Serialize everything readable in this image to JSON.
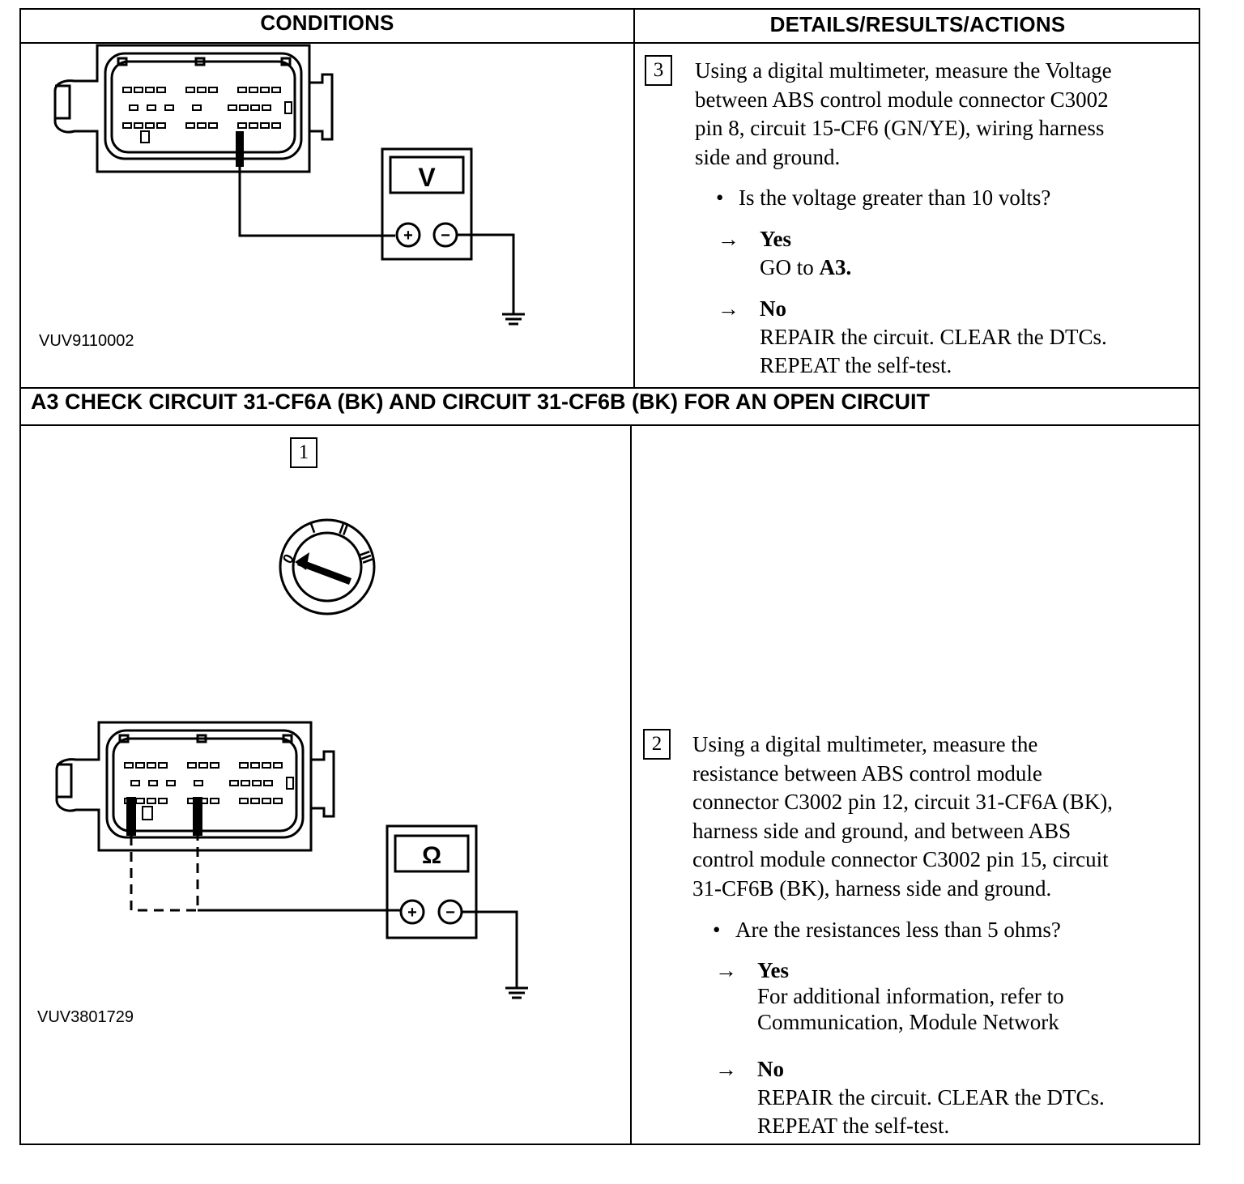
{
  "headers": {
    "conditions": "CONDITIONS",
    "details": "DETAILS/RESULTS/ACTIONS"
  },
  "step_a2_3": {
    "number": "3",
    "lines": [
      "Using a digital multimeter, measure the Voltage",
      "between ABS control module connector C3002",
      "pin 8, circuit 15-CF6 (GN/YE), wiring harness",
      "side and ground."
    ],
    "bullet": "Is the voltage greater than 10 volts?",
    "yes_label": "Yes",
    "yes_text_prefix": "GO to ",
    "yes_text_ref": "A3.",
    "no_label": "No",
    "no_lines": [
      "REPAIR the circuit. CLEAR the DTCs.",
      "REPEAT the self-test."
    ],
    "figure_id": "VUV9110002",
    "meter_symbol": "V"
  },
  "section_a3": {
    "title": "A3   CHECK CIRCUIT 31-CF6A (BK) AND CIRCUIT 31-CF6B (BK) FOR AN OPEN CIRCUIT",
    "step1_number": "1",
    "ignition_positions": [
      "0",
      "I",
      "II",
      "III"
    ],
    "step2": {
      "number": "2",
      "lines": [
        "Using a digital multimeter, measure the",
        "resistance between ABS control module",
        "connector C3002 pin 12, circuit 31-CF6A (BK),",
        "harness side and ground, and between ABS",
        "control module connector C3002 pin 15, circuit",
        "31-CF6B (BK), harness side and ground."
      ],
      "bullet": "Are the resistances less than 5 ohms?",
      "yes_label": "Yes",
      "yes_lines": [
        "For additional information, refer to",
        "Communication, Module Network"
      ],
      "no_label": "No",
      "no_lines": [
        "REPAIR the circuit. CLEAR the DTCs.",
        "REPEAT the self-test."
      ]
    },
    "figure_id": "VUV3801729",
    "meter_symbol": "Ω"
  },
  "icons": {
    "arrow": "→",
    "bullet": "•",
    "plus": "+",
    "minus": "−"
  }
}
